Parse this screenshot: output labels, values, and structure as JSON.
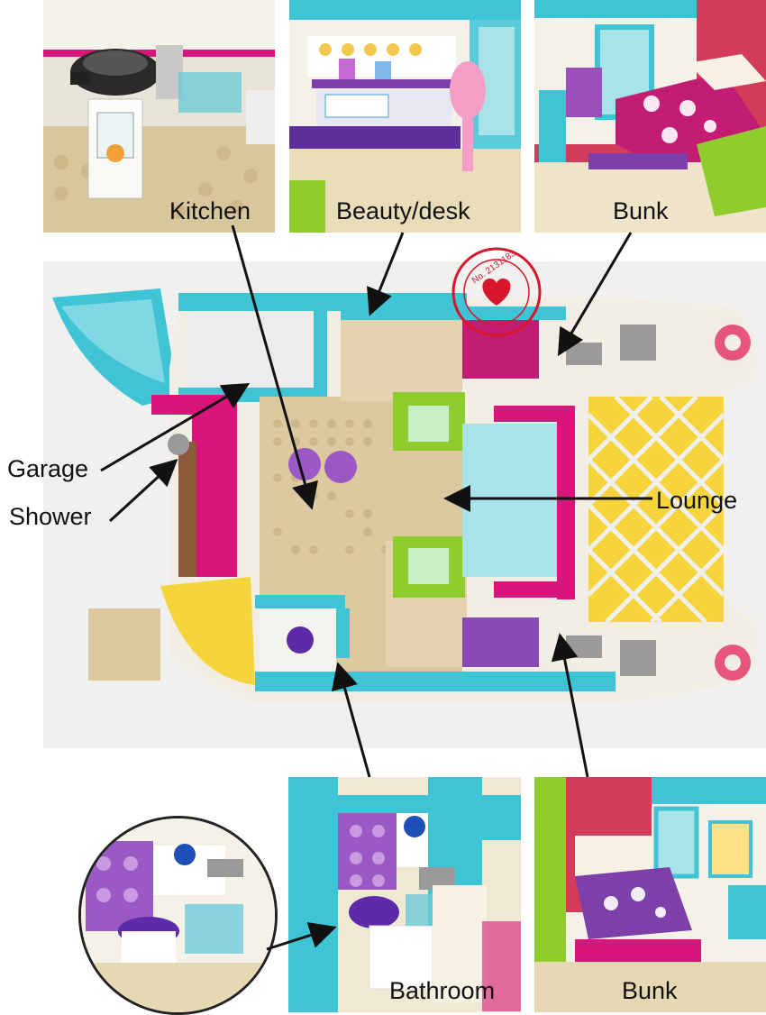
{
  "photos": {
    "kitchen": {
      "caption": "Kitchen"
    },
    "beauty_desk": {
      "caption": "Beauty/desk"
    },
    "bunk_top": {
      "caption": "Bunk"
    },
    "bathroom": {
      "caption": "Bathroom"
    },
    "bunk_bottom": {
      "caption": "Bunk"
    }
  },
  "callouts": {
    "garage": "Garage",
    "shower": "Shower",
    "lounge": "Lounge"
  },
  "stamp": {
    "text": "No. 2131183"
  },
  "colors": {
    "azure": "#3fc4d6",
    "magenta": "#d8157a",
    "lime": "#8fcd2e",
    "tan": "#ddc9a0",
    "purple": "#7d3fa8",
    "yellow": "#f6d53c",
    "white_hull": "#f2eee4",
    "trans_light_blue": "#a7e3e8",
    "stamp_red": "#d7162c"
  }
}
